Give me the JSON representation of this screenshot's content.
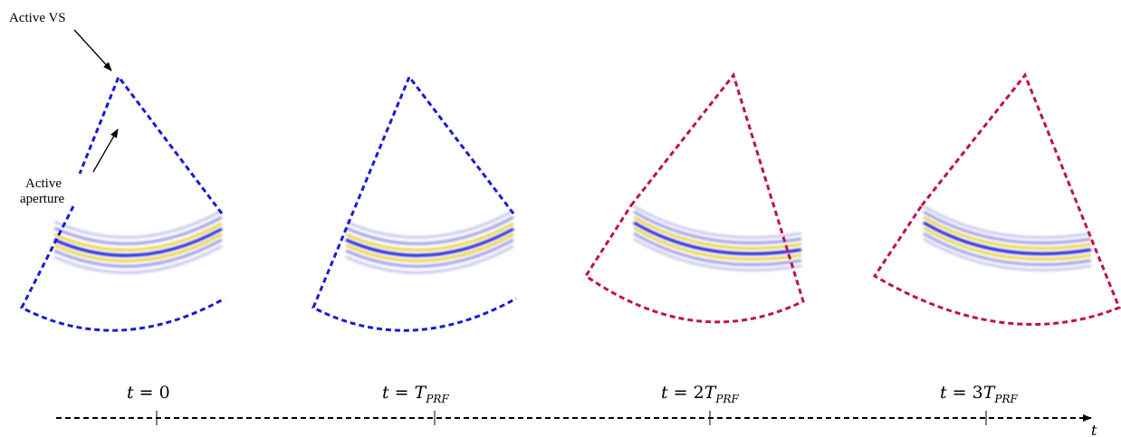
{
  "annotations": {
    "active_vs": "Active VS",
    "active_aperture_line1": "Active",
    "active_aperture_line2": "aperture"
  },
  "colors": {
    "blue": "#1a1ad6",
    "crimson": "#c0104a",
    "wave_dark": "#1a1ad6",
    "wave_yellow": "#e6d23a",
    "axis": "#000000"
  },
  "frames": [
    {
      "time_label": "t = 0",
      "color": "blue"
    },
    {
      "time_label": "t = T_PRF",
      "color": "blue"
    },
    {
      "time_label": "t = 2T_PRF",
      "color": "crimson"
    },
    {
      "time_label": "t = 3T_PRF",
      "color": "crimson"
    }
  ],
  "time_axis": {
    "label": "t"
  }
}
